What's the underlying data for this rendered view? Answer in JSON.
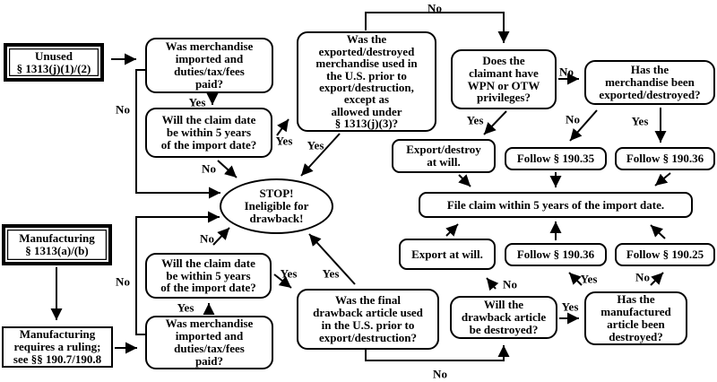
{
  "diagram": {
    "description": "Drawback eligibility flowchart",
    "colors": {
      "ink": "#000000",
      "background": "#ffffff"
    },
    "labels": {
      "yes": "Yes",
      "no": "No"
    },
    "nodes": {
      "unused": {
        "text": "Unused\n§ 1313(j)(1)/(2)"
      },
      "was_merch_top": {
        "text": "Was merchandise\nimported and\nduties/tax/fees\npaid?"
      },
      "claim_date_top": {
        "text": "Will the claim date\nbe within 5 years\nof the import date?"
      },
      "exported_destroyed_used": {
        "text": "Was the\nexported/destroyed\nmerchandise used in\nthe U.S. prior to\nexport/destruction,\nexcept as\nallowed under\n§ 1313(j)(3)?"
      },
      "stop": {
        "text": "STOP!\nIneligible for\ndrawback!"
      },
      "claimant_privileges": {
        "text": "Does the\nclaimant have\nWPN or OTW\nprivileges?"
      },
      "merch_exported": {
        "text": "Has the\nmerchandise been\nexported/destroyed?"
      },
      "export_destroy_at_will": {
        "text": "Export/destroy\nat will."
      },
      "follow_190_35": {
        "text": "Follow § 190.35"
      },
      "follow_190_36": {
        "text": "Follow § 190.36"
      },
      "file_claim": {
        "text": "File claim within 5 years of the import date."
      },
      "export_at_will": {
        "text": "Export at will."
      },
      "follow_190_25": {
        "text": "Follow § 190.25"
      },
      "manufacturing": {
        "text": "Manufacturing\n§ 1313(a)/(b)"
      },
      "manufacturing_ruling": {
        "text": "Manufacturing\nrequires a ruling;\nsee §§ 190.7/190.8"
      },
      "claim_date_bottom": {
        "text": "Will the claim date\nbe within 5 years\nof the import date?"
      },
      "was_merch_bottom": {
        "text": "Was merchandise\nimported and\nduties/tax/fees\npaid?"
      },
      "final_article_used": {
        "text": "Was the final\ndrawback article used\nin the U.S. prior to\nexport/destruction?"
      },
      "article_destroyed": {
        "text": "Will the\ndrawback article\nbe destroyed?"
      },
      "manufactured_destroyed": {
        "text": "Has the\nmanufactured\narticle been\ndestroyed?"
      }
    }
  }
}
